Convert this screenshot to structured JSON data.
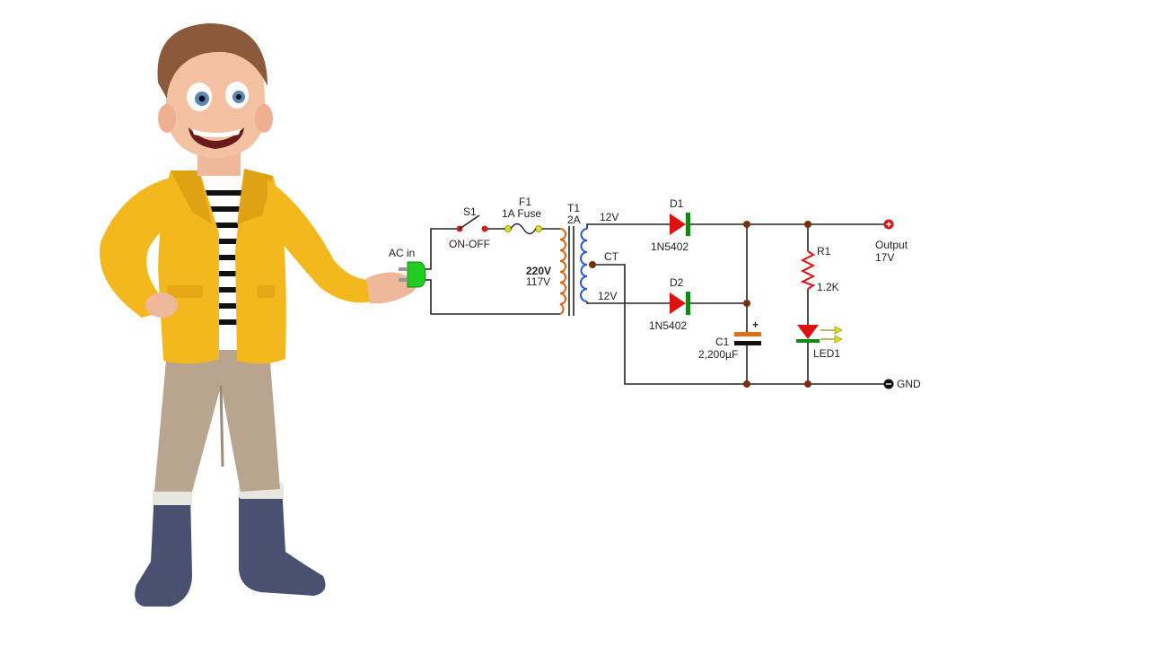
{
  "colors": {
    "wire": "#222222",
    "node": "#7a2e10",
    "plug": "#22cc22",
    "primary_coil": "#e06010",
    "secondary_coil": "#2255dd",
    "diode_body": "#dd1111",
    "diode_band": "#118811",
    "resistor": "#dd1111",
    "capacitor": "#e07010",
    "led_arrows": "#dddd22",
    "output_terminal": "#dd1111",
    "gnd_terminal": "#111111",
    "jacket": "#f2b81e",
    "pants": "#b9a48f",
    "boots": "#4a5170"
  },
  "character": {
    "description_icon": "cartoon-presenter-icon"
  },
  "circuit": {
    "ac_in": "AC in",
    "s1_ref": "S1",
    "s1_value": "ON-OFF",
    "f1_ref": "F1",
    "f1_value": "1A Fuse",
    "t1_ref": "T1",
    "t1_rating": "2A",
    "primary_v1": "220V",
    "primary_v2": "117V",
    "sec_top": "12V",
    "sec_ct": "CT",
    "sec_bot": "12V",
    "d1_ref": "D1",
    "d1_value": "1N5402",
    "d2_ref": "D2",
    "d2_value": "1N5402",
    "c1_ref": "C1",
    "c1_value": "2,200µF",
    "c1_plus": "+",
    "r1_ref": "R1",
    "r1_value": "1.2K",
    "led_ref": "LED1",
    "out_label": "Output",
    "out_voltage": "17V",
    "gnd_label": "GND"
  }
}
